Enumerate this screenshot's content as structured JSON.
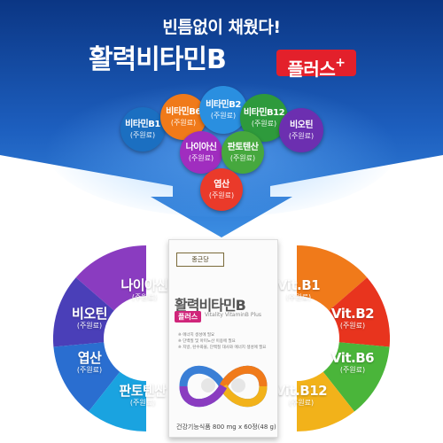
{
  "banner": {
    "tagline": "빈틈없이 채웠다!",
    "headline": "활력비타민B",
    "badge": "플러스",
    "badge_sup": "+"
  },
  "bubbles": [
    {
      "name": "비타민B1",
      "sub": "(주원료)",
      "color": "#1b6fc1"
    },
    {
      "name": "비타민B6",
      "sub": "(주원료)",
      "color": "#f07a1a"
    },
    {
      "name": "비타민B2",
      "sub": "(주원료)",
      "color": "#2a8fe0"
    },
    {
      "name": "비타민B12",
      "sub": "(주원료)",
      "color": "#2e9a3c"
    },
    {
      "name": "비오틴",
      "sub": "(주원료)",
      "color": "#6c2fb0"
    },
    {
      "name": "나이아신",
      "sub": "(주원료)",
      "color": "#a02dbf"
    },
    {
      "name": "판토텐산",
      "sub": "(주원료)",
      "color": "#46a83e"
    },
    {
      "name": "엽산",
      "sub": "(주원료)",
      "color": "#ea3a2a"
    }
  ],
  "wheel_left": [
    {
      "name": "나이아신",
      "sub": "(주원료)",
      "color": "#8a3cc0"
    },
    {
      "name": "비오틴",
      "sub": "(주원료)",
      "color": "#4a3fb8"
    },
    {
      "name": "엽산",
      "sub": "(주원료)",
      "color": "#2a6ed0"
    },
    {
      "name": "판토텐산",
      "sub": "(주원료)",
      "color": "#1aa3e0"
    }
  ],
  "wheel_right": [
    {
      "name": "Vit.B1",
      "sub": "(주원료)",
      "color": "#f07a1a"
    },
    {
      "name": "Vit.B2",
      "sub": "(주원료)",
      "color": "#e8341e"
    },
    {
      "name": "Vit.B6",
      "sub": "(주원료)",
      "color": "#4ab53a"
    },
    {
      "name": "Vit.B12",
      "sub": "(주원료)",
      "color": "#f2b21a"
    }
  ],
  "product": {
    "brand": "종근당",
    "title": "활력비타민B",
    "plus": "플러스",
    "sub": "Vitality VitaminB Plus",
    "lines": [
      "※ 에너지 생성에 필요",
      "※ 단백질 및 아미노산 이용에 필요",
      "※ 지방, 탄수화물, 단백질 대사와 에너지 생성에 필요"
    ],
    "footer": "건강기능식품 800 mg x 60정(48 g)"
  },
  "colors": {
    "banner_top": "#0d3d8f",
    "banner_bottom": "#2f7fd8"
  }
}
